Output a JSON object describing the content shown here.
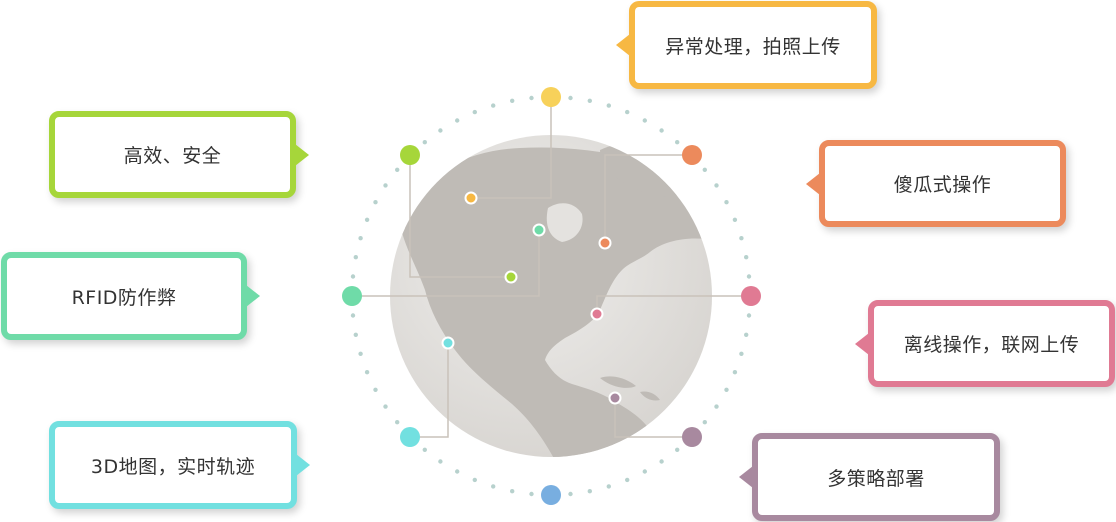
{
  "features": {
    "f1": {
      "label": "异常处理，拍照上传",
      "color": "#f7b843"
    },
    "f2": {
      "label": "高效、安全",
      "color": "#a6d63a"
    },
    "f3": {
      "label": "傻瓜式操作",
      "color": "#ec8a5c"
    },
    "f4": {
      "label": "RFID防作弊",
      "color": "#6fdba8"
    },
    "f5": {
      "label": "离线操作，联网上传",
      "color": "#e07a93"
    },
    "f6": {
      "label": "3D地图，实时轨迹",
      "color": "#72e0e0"
    },
    "f7": {
      "label": "多策略部署",
      "color": "#a8899f"
    }
  }
}
